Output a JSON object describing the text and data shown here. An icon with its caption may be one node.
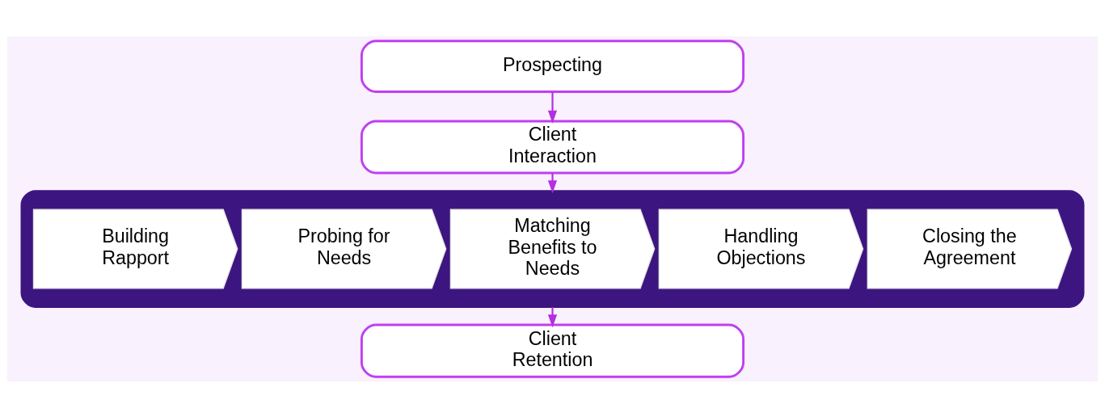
{
  "diagram": {
    "nodes": [
      {
        "text": [
          "Prospecting"
        ]
      },
      {
        "text": [
          "Client Interaction"
        ]
      },
      {
        "text": [],
        "shape": "bar"
      },
      {
        "text": [
          "Building Rapport"
        ],
        "in": 2
      },
      {
        "text": [
          "Probing for Needs"
        ],
        "in": 2
      },
      {
        "text": [
          "Matching Benefits to Needs"
        ],
        "in": 2
      },
      {
        "text": [
          "Handling Objections"
        ],
        "in": 2
      },
      {
        "text": [
          "Closing the Agreement"
        ],
        "in": 2
      },
      {
        "text": [
          "Client Retention"
        ]
      }
    ],
    "edges": [
      {
        "from": 0,
        "to": 1,
        "arrow": "to"
      },
      {
        "from": 1,
        "to": 2,
        "arrow": "to"
      },
      {
        "from": 2,
        "to": 8,
        "arrow": "to"
      }
    ]
  }
}
